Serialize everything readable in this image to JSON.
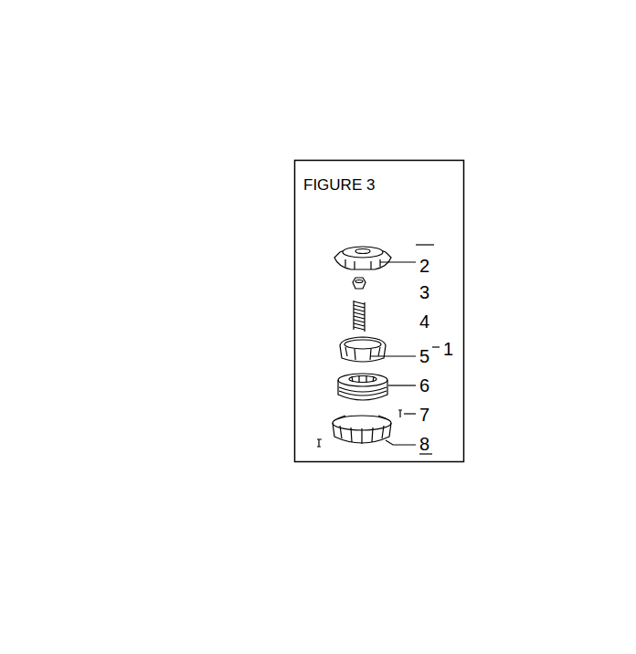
{
  "diagram": {
    "title": "FIGURE 3",
    "labels": [
      "2",
      "3",
      "4",
      "5",
      "1",
      "6",
      "7",
      "8"
    ]
  }
}
